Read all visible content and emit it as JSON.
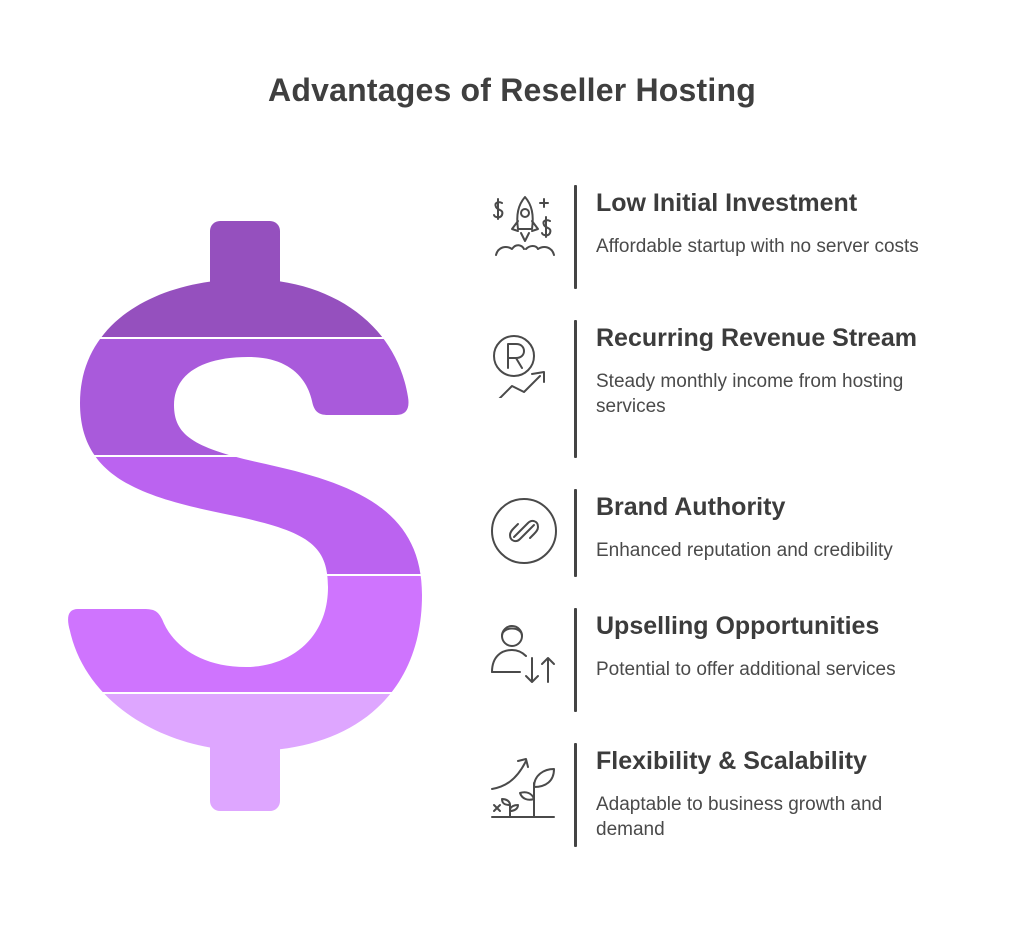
{
  "title": "Advantages of Reseller Hosting",
  "colors": {
    "band1": "#9550BE",
    "band2": "#A95ADB",
    "band3": "#BB63F0",
    "band4": "#CF74FE",
    "band5": "#DEA6FF",
    "text": "#3c3c3c"
  },
  "items": [
    {
      "icon": "rocket-dollar-icon",
      "heading": "Low Initial Investment",
      "description": "Affordable startup with no server costs"
    },
    {
      "icon": "revenue-growth-icon",
      "heading": "Recurring Revenue Stream",
      "description": "Steady monthly income from hosting services"
    },
    {
      "icon": "link-badge-icon",
      "heading": "Brand Authority",
      "description": "Enhanced reputation and credibility"
    },
    {
      "icon": "user-updown-icon",
      "heading": "Upselling Opportunities",
      "description": "Potential to offer additional services"
    },
    {
      "icon": "plant-growth-icon",
      "heading": "Flexibility & Scalability",
      "description": "Adaptable to business growth and demand"
    }
  ]
}
